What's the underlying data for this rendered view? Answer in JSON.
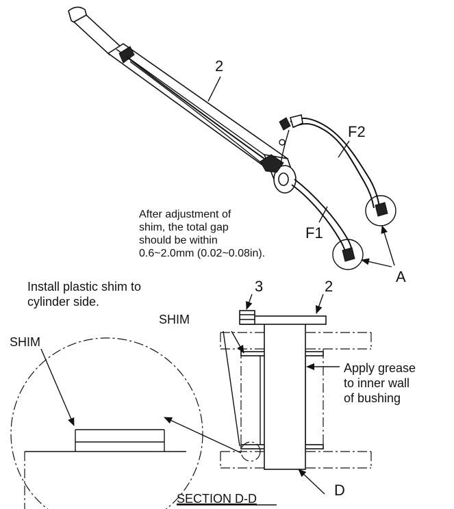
{
  "labels": {
    "part_2_top": "2",
    "hose_f2": "F2",
    "hose_f1": "F1",
    "detail_a": "A",
    "part_3": "3",
    "part_2_section": "2",
    "shim_top": "SHIM",
    "shim_detail": "SHIM",
    "section_letter": "D",
    "section_title": "SECTION D-D"
  },
  "notes": {
    "gap": [
      "After adjustment of",
      "shim, the total gap",
      "should be within",
      "0.6~2.0mm (0.02~0.08in)."
    ],
    "plastic_shim": [
      "Install plastic shim to",
      "cylinder side."
    ],
    "grease": [
      "Apply grease",
      "to inner wall",
      "of bushing"
    ]
  }
}
